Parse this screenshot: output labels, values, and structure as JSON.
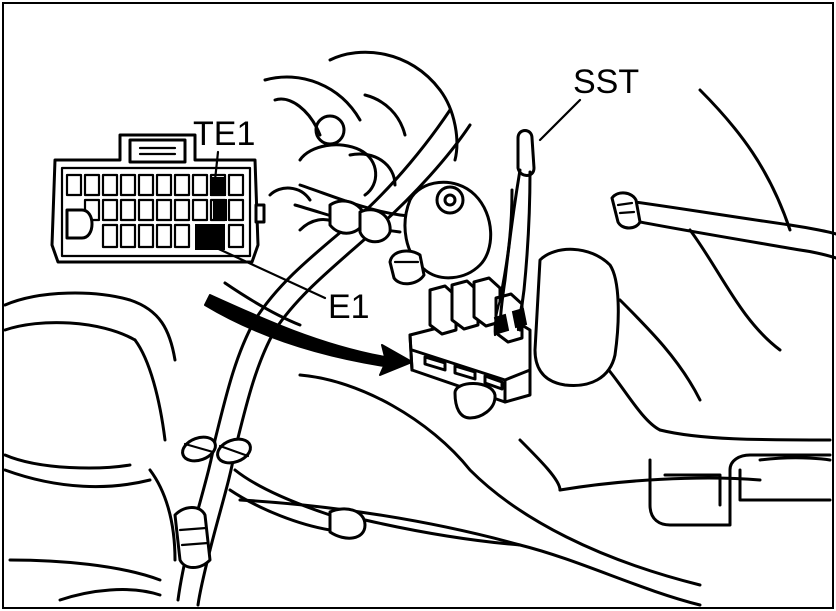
{
  "diagram": {
    "labels": {
      "te1": "TE1",
      "e1": "E1",
      "sst": "SST"
    }
  }
}
